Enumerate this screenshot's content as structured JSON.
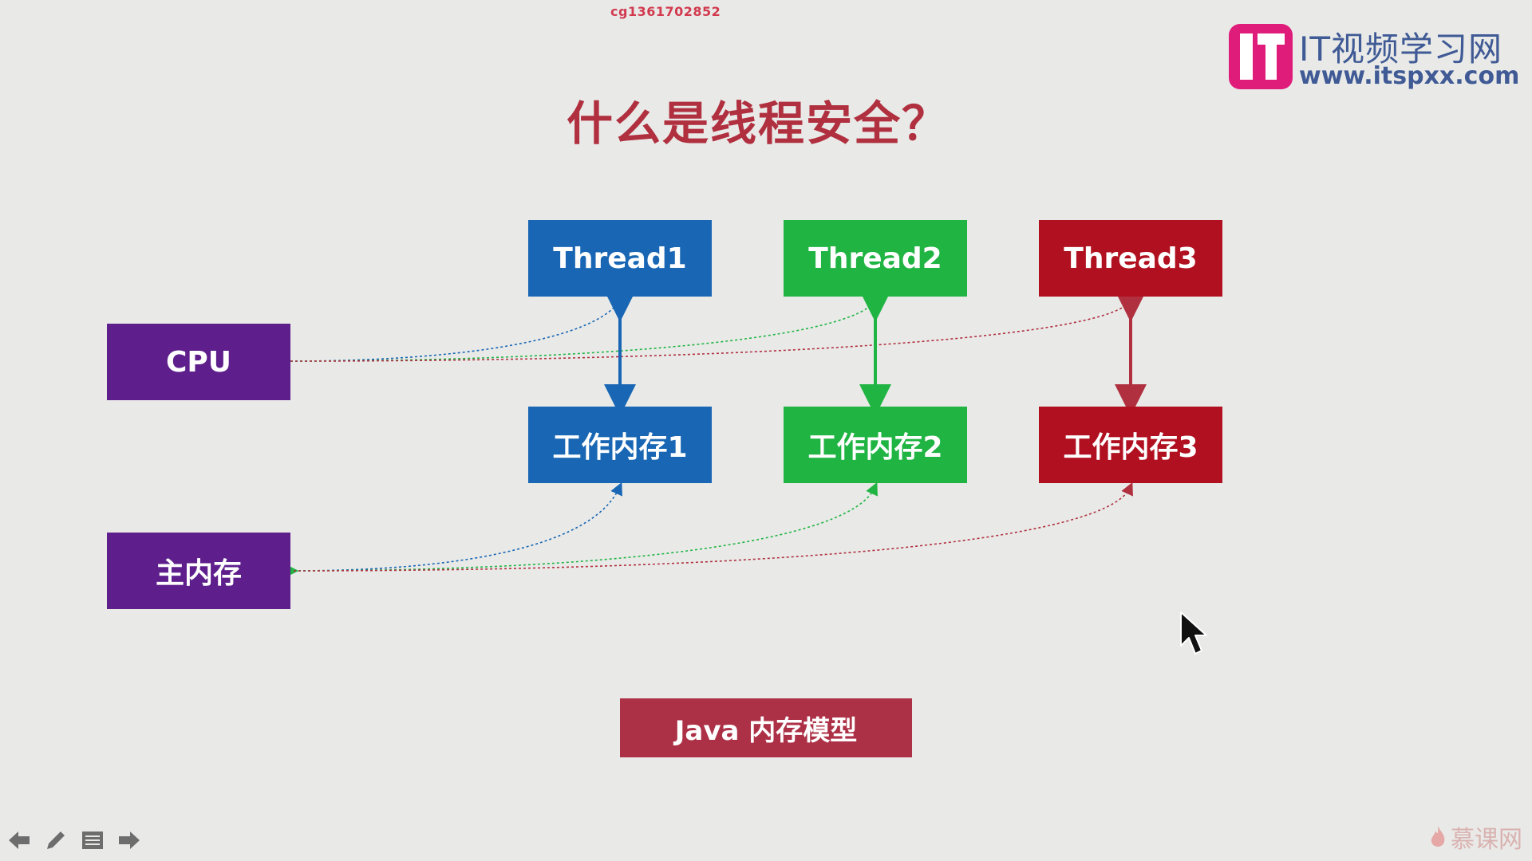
{
  "watermark": "cg1361702852",
  "title": "什么是线程安全？",
  "boxes": {
    "cpu": "CPU",
    "main_memory": "主内存",
    "thread1": "Thread1",
    "thread2": "Thread2",
    "thread3": "Thread3",
    "work_mem1": "工作内存1",
    "work_mem2": "工作内存2",
    "work_mem3": "工作内存3",
    "jmm": "Java 内存模型"
  },
  "logo": {
    "name": "IT视频学习网",
    "url": "www.itspxx.com"
  },
  "bottom_brand": "慕课网",
  "colors": {
    "purple": "#5e1f8c",
    "blue": "#1967b4",
    "green": "#20b443",
    "red": "#b0101f",
    "title": "#b0303f"
  },
  "icons": [
    "arrow-left-icon",
    "pen-icon",
    "menu-icon",
    "arrow-right-icon",
    "flame-icon",
    "mouse-cursor-icon"
  ]
}
